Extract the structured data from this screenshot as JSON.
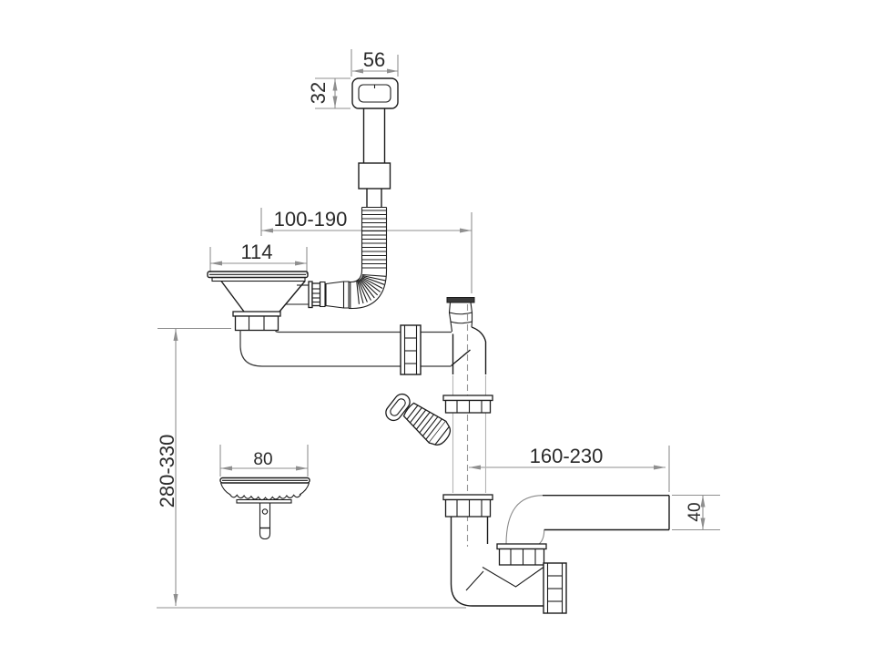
{
  "drawing": {
    "labels": {
      "overflow_width": "56",
      "overflow_height": "32",
      "overflow_offset": "100-190",
      "flange_diameter": "114",
      "height_range": "280-330",
      "strainer_diameter": "80",
      "outlet_offset": "160-230",
      "outlet_diameter": "40"
    }
  },
  "colors": {
    "line": "#1c1c1c",
    "line_soft": "#3a3a3a",
    "hidden_line": "#b4b4b4",
    "dim_line": "#8f8f8f",
    "dim_text": "#2b2b2b",
    "background": "#ffffff"
  }
}
